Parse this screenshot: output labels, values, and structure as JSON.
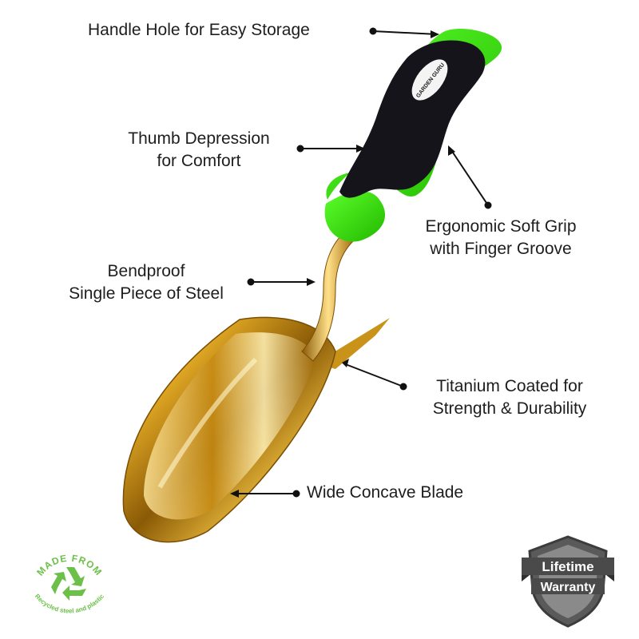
{
  "callouts": {
    "handle_hole": "Handle Hole for Easy Storage",
    "thumb_depression": [
      "Thumb Depression",
      "for Comfort"
    ],
    "ergonomic_grip": [
      "Ergonomic Soft Grip",
      "with Finger Groove"
    ],
    "bendproof": [
      "Bendproof",
      "Single Piece of Steel"
    ],
    "titanium": [
      "Titanium Coated for",
      "Strength & Durability"
    ],
    "wide_blade": "Wide Concave Blade"
  },
  "brand_logo": "GARDEN GURU",
  "badges": {
    "recycled": {
      "top_text": "MADE FROM",
      "bottom_text": "Recycled steel and plastic",
      "icon": "recycle-icon",
      "color": "#6cc04a"
    },
    "warranty": {
      "line1": "Lifetime",
      "line2": "Warranty",
      "icon": "shield-icon",
      "color": "#5a5a5a"
    }
  },
  "colors": {
    "handle_green": "#33e000",
    "handle_black": "#14141a",
    "blade_gold": "#d4a017",
    "text": "#1e1e1e"
  }
}
